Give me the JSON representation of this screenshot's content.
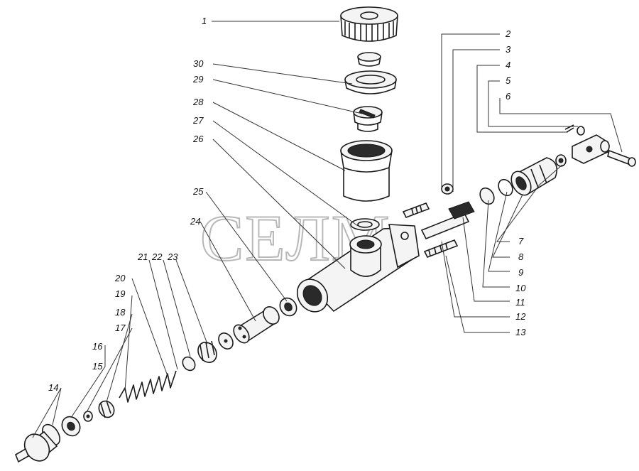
{
  "watermark": "СЕЛМ",
  "callouts": [
    "1",
    "2",
    "3",
    "4",
    "5",
    "6",
    "7",
    "8",
    "9",
    "10",
    "11",
    "12",
    "13",
    "14",
    "15",
    "16",
    "17",
    "18",
    "19",
    "20",
    "21",
    "22",
    "23",
    "24",
    "25",
    "26",
    "27",
    "28",
    "29",
    "30"
  ]
}
